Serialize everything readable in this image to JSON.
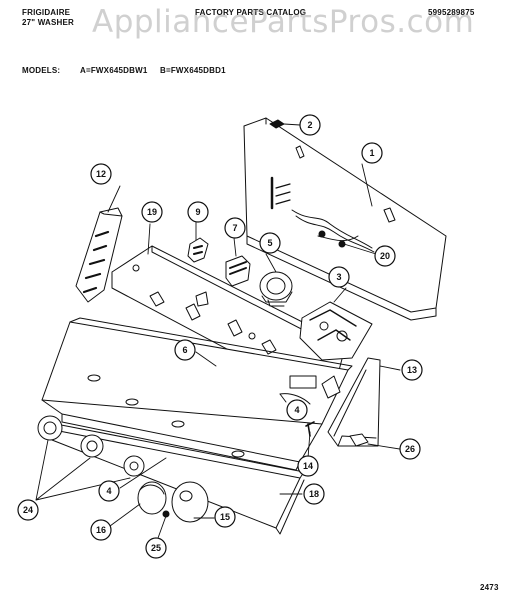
{
  "header": {
    "brand": "FRIGIDAIRE",
    "product": "27\" WASHER",
    "catalog_title": "FACTORY PARTS CATALOG",
    "catalog_number": "5995289875",
    "models_label": "MODELS:",
    "model_a": "A=FWX645DBW1",
    "model_b": "B=FWX645DBD1"
  },
  "watermark": "AppliancePartsPros.com",
  "page_number": "2473",
  "callouts": [
    "1",
    "2",
    "3",
    "4",
    "4",
    "5",
    "6",
    "7",
    "9",
    "12",
    "13",
    "14",
    "15",
    "16",
    "18",
    "19",
    "20",
    "24",
    "25",
    "26"
  ]
}
